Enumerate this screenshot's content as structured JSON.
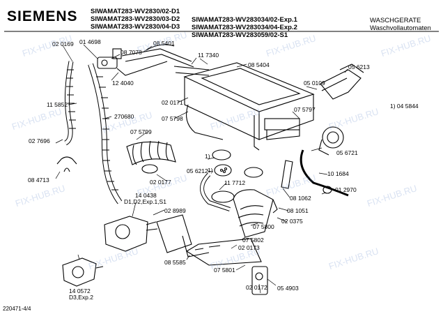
{
  "brand": "SIEMENS",
  "models_left": [
    "SIWAMAT283-WV2830/02-D1",
    "SIWAMAT283-WV2830/03-D2",
    "SIWAMAT283-WV2830/04-D3"
  ],
  "models_right": [
    "SIWAMAT283-WV283034/02-Exp.1",
    "SIWAMAT283-WV283034/04-Exp.2",
    "SIWAMAT283-WV283059/02-S1"
  ],
  "category": [
    "WASCHGERATE",
    "Waschvollautomaten"
  ],
  "reference": "220471-4/4",
  "watermark": "FIX-HUB.RU",
  "parts": [
    {
      "id": "p1",
      "text": "02 0169"
    },
    {
      "id": "p2",
      "text": "01 4698"
    },
    {
      "id": "p3",
      "text": "08 7078"
    },
    {
      "id": "p4",
      "text": "08 5401"
    },
    {
      "id": "p5",
      "text": "11 7340"
    },
    {
      "id": "p6",
      "text": "12 4040"
    },
    {
      "id": "p7",
      "text": "08 5404"
    },
    {
      "id": "p8",
      "text": "05 6213"
    },
    {
      "id": "p9",
      "text": "05 0109"
    },
    {
      "id": "p10",
      "text": "11 5852"
    },
    {
      "id": "p11",
      "text": "02 0171"
    },
    {
      "id": "p12",
      "text": "270680"
    },
    {
      "id": "p13",
      "text": "07 5798"
    },
    {
      "id": "p14",
      "text": "07 5797"
    },
    {
      "id": "p15",
      "text": "1) 04 5844"
    },
    {
      "id": "p16",
      "text": "07 5799"
    },
    {
      "id": "p17",
      "text": "02 7696"
    },
    {
      "id": "p18",
      "text": "1)"
    },
    {
      "id": "p19",
      "text": "05 6721"
    },
    {
      "id": "p20",
      "text": "1)"
    },
    {
      "id": "p21",
      "text": "05 6212"
    },
    {
      "id": "p22",
      "text": "08 4713"
    },
    {
      "id": "p23",
      "text": "02 0177"
    },
    {
      "id": "p24",
      "text": "10 1684"
    },
    {
      "id": "p25",
      "text": "11 7712"
    },
    {
      "id": "p26",
      "text": "08 1062"
    },
    {
      "id": "p27",
      "text": "01 2970"
    },
    {
      "id": "p28",
      "text": "14 0438"
    },
    {
      "id": "p29",
      "text": "D1,D2,Exp.1,S1"
    },
    {
      "id": "p30",
      "text": "08 1051"
    },
    {
      "id": "p31",
      "text": "02 8989"
    },
    {
      "id": "p32",
      "text": "02 0375"
    },
    {
      "id": "p33",
      "text": "07 5800"
    },
    {
      "id": "p34",
      "text": "08 5585"
    },
    {
      "id": "p35",
      "text": "07 5802"
    },
    {
      "id": "p36",
      "text": "02 0173"
    },
    {
      "id": "p37",
      "text": "14 0572"
    },
    {
      "id": "p38",
      "text": "D3,Exp.2"
    },
    {
      "id": "p39",
      "text": "07 5801"
    },
    {
      "id": "p40",
      "text": "02 0172"
    },
    {
      "id": "p41",
      "text": "05 4903"
    }
  ]
}
